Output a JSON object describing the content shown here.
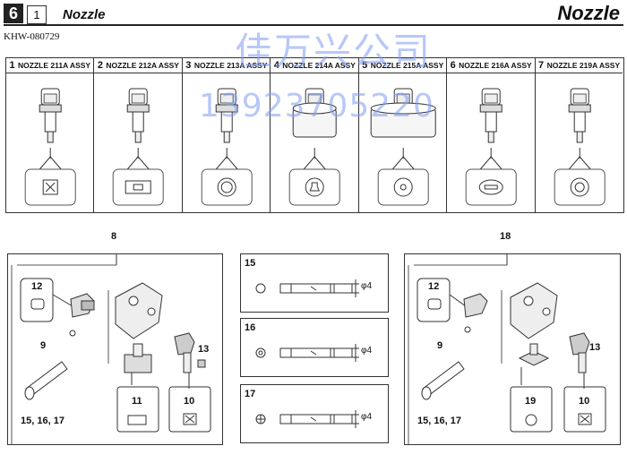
{
  "header": {
    "page_number": "6",
    "sub_number": "1",
    "title": "Nozzle",
    "title_right": "Nozzle",
    "doc_code": "KHW-080729"
  },
  "watermark": {
    "line1": "佳万兴公司",
    "line2": "13923705220"
  },
  "nozzles": [
    {
      "num": "1",
      "name": "NOZZLE 211A ASSY",
      "tip_icon": "x-tip-icon"
    },
    {
      "num": "2",
      "name": "NOZZLE 212A ASSY",
      "tip_icon": "slot-tip-icon"
    },
    {
      "num": "3",
      "name": "NOZZLE 213A ASSY",
      "tip_icon": "ring-tip-icon"
    },
    {
      "num": "4",
      "name": "NOZZLE 214A ASSY",
      "tip_icon": "keyhole-tip-icon"
    },
    {
      "num": "5",
      "name": "NOZZLE 215A ASSY",
      "tip_icon": "dot-ring-tip-icon"
    },
    {
      "num": "6",
      "name": "NOZZLE 216A ASSY",
      "tip_icon": "bar-tip-icon"
    },
    {
      "num": "7",
      "name": "NOZZLE 219A ASSY",
      "tip_icon": "double-ring-tip-icon"
    }
  ],
  "left_assembly": {
    "callout": "8",
    "parts": {
      "a": "12",
      "b": "9",
      "c": "13",
      "d": "11",
      "e": "10",
      "f": "15, 16, 17"
    }
  },
  "right_assembly": {
    "callout": "18",
    "parts": {
      "a": "12",
      "b": "9",
      "c": "13",
      "d": "19",
      "e": "10",
      "f": "15, 16, 17"
    }
  },
  "shafts": [
    {
      "num": "15",
      "dia": "φ4"
    },
    {
      "num": "16",
      "dia": "φ4"
    },
    {
      "num": "17",
      "dia": "φ4"
    }
  ]
}
